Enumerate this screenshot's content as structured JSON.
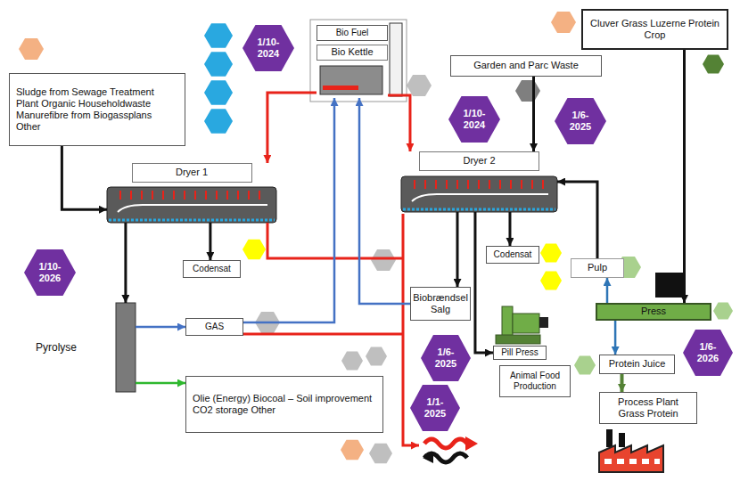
{
  "diagram": {
    "nodes": [
      {
        "text": [
          "Sludge from Sewage Treatment Plant Organic Householdwaste Manurefibre from Biogassplans Other"
        ]
      },
      {
        "text": [
          "Bio Fuel"
        ]
      },
      {
        "text": [
          "Bio Kettle"
        ]
      },
      {
        "text": [
          "1/10-2024"
        ]
      },
      {
        "text": [
          "Cluver Grass Luzerne Protein Crop"
        ]
      },
      {
        "text": [
          "Garden and Parc Waste"
        ]
      },
      {
        "text": [
          "1/10-2024"
        ]
      },
      {
        "text": [
          "1/6-2025"
        ]
      },
      {
        "text": [
          "Dryer 1"
        ]
      },
      {
        "text": [
          "Dryer 2"
        ]
      },
      {
        "text": [
          "Codensat"
        ]
      },
      {
        "text": [
          "Codensat"
        ]
      },
      {
        "text": [
          "Pulp"
        ]
      },
      {
        "text": [
          "1/10-2026"
        ]
      },
      {
        "text": [
          "Pyrolyse"
        ]
      },
      {
        "text": [
          "GAS"
        ]
      },
      {
        "text": [
          "Biobrændsel Salg"
        ]
      },
      {
        "text": [
          "Press"
        ]
      },
      {
        "text": [
          "Pill Press"
        ]
      },
      {
        "text": [
          "1/6-2025"
        ]
      },
      {
        "text": [
          "Animal Food Production"
        ]
      },
      {
        "text": [
          "Protein Juice"
        ]
      },
      {
        "text": [
          "1/6-2026"
        ]
      },
      {
        "text": [
          "Olie (Energy) Biocoal – Soil improvement CO2 storage Other"
        ]
      },
      {
        "text": [
          "1/1-2025"
        ]
      },
      {
        "text": [
          "Process Plant Grass Protein"
        ]
      }
    ],
    "edges": [
      {
        "from": 0,
        "to": 8,
        "arrow": "to"
      },
      {
        "from": 8,
        "to": 14,
        "arrow": "to"
      },
      {
        "from": 8,
        "to": 10,
        "arrow": "to"
      },
      {
        "from": 14,
        "to": 15,
        "arrow": "to"
      },
      {
        "from": 14,
        "to": 23,
        "arrow": "to"
      },
      {
        "from": 15,
        "to": 2,
        "arrow": "to"
      },
      {
        "from": 16,
        "to": 2,
        "arrow": "to"
      },
      {
        "from": 2,
        "to": 8,
        "arrow": "to"
      },
      {
        "from": 2,
        "to": 9,
        "arrow": "to"
      },
      {
        "from": 5,
        "to": 9,
        "arrow": "to"
      },
      {
        "from": 9,
        "to": 16,
        "arrow": "to"
      },
      {
        "from": 9,
        "to": 11,
        "arrow": "to"
      },
      {
        "from": 9,
        "to": 18,
        "arrow": "to"
      },
      {
        "from": 4,
        "to": 17,
        "arrow": "to"
      },
      {
        "from": 17,
        "to": 12,
        "arrow": "to"
      },
      {
        "from": 12,
        "to": 9,
        "arrow": "to"
      },
      {
        "from": 17,
        "to": 21,
        "arrow": "to"
      },
      {
        "from": 21,
        "to": 25,
        "arrow": "to"
      }
    ]
  }
}
